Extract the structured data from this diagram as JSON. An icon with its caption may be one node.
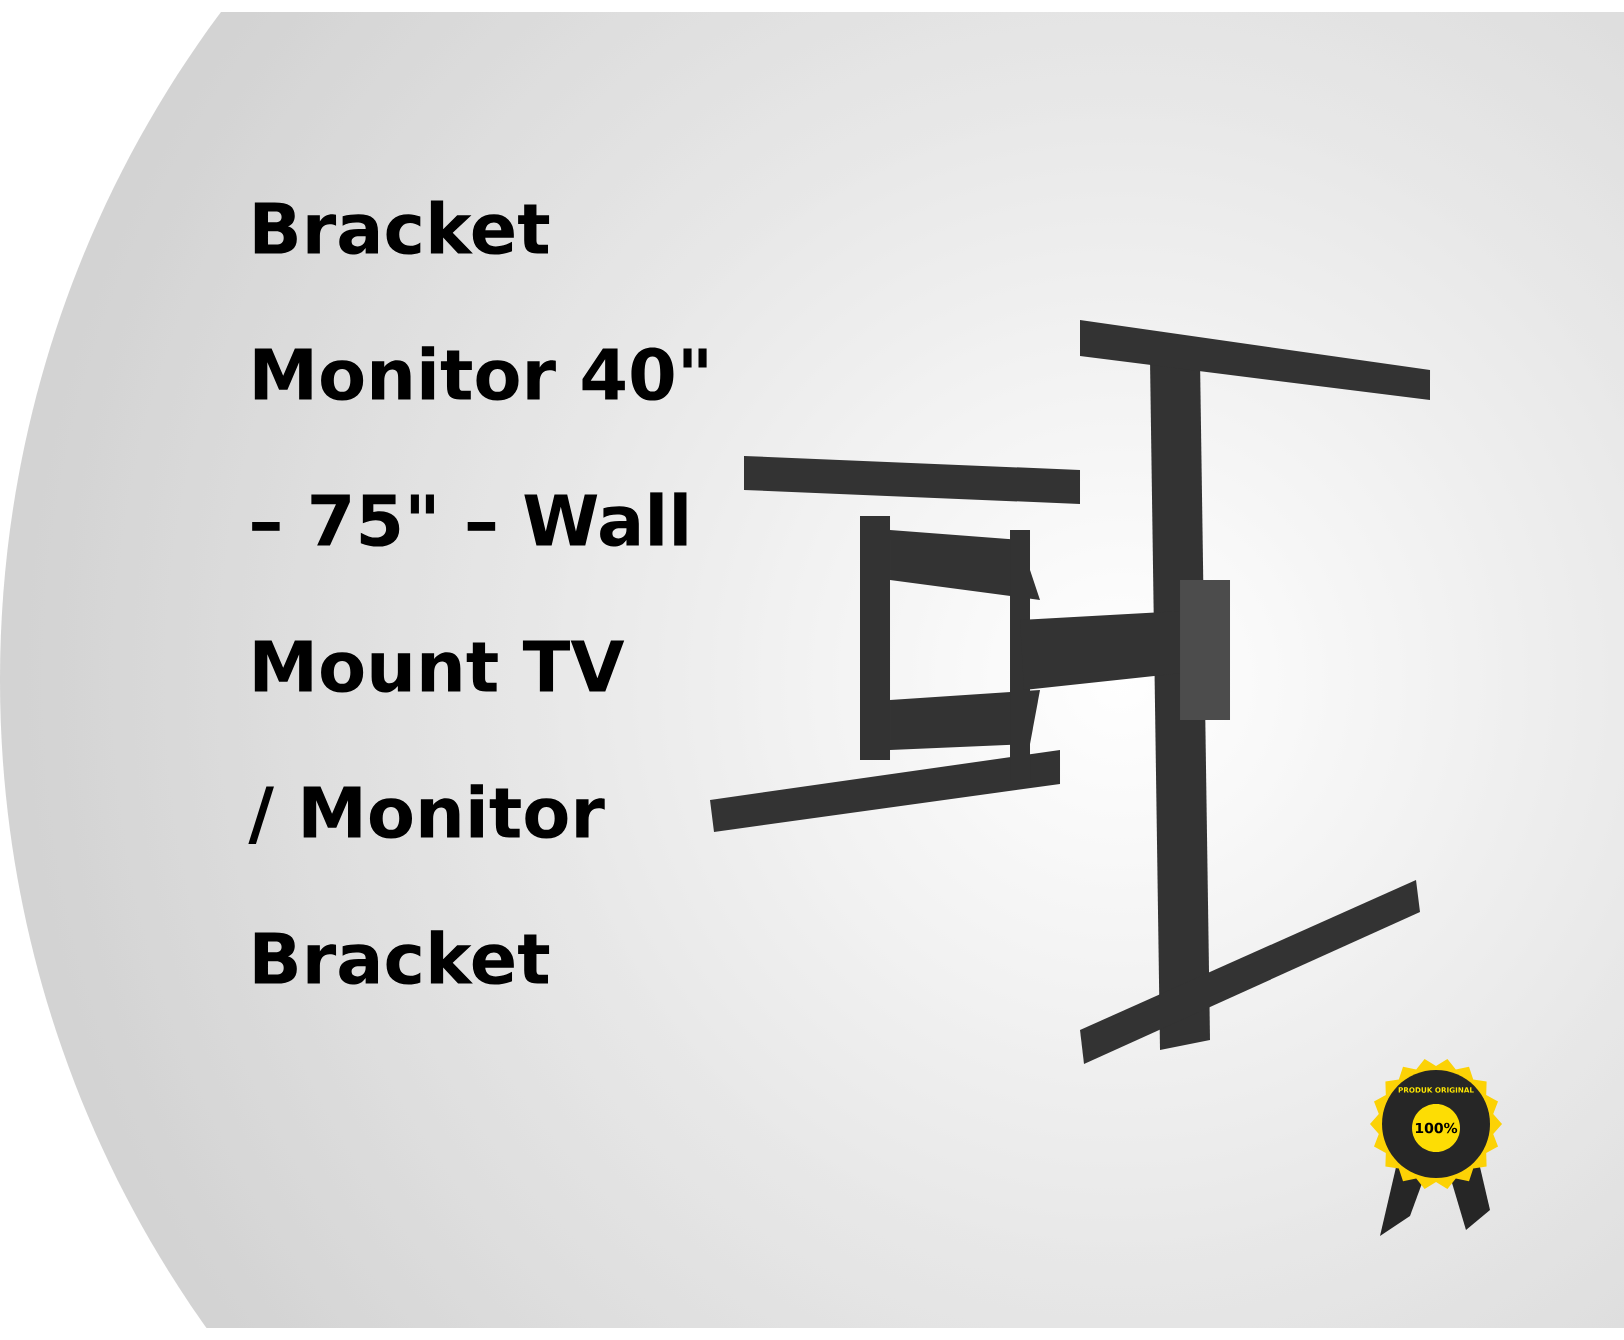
{
  "diagram": {
    "title": "Bracket Monitor 40\" – 75\" – Wall Mount TV / Monitor Bracket",
    "labels": [
      "PRODUK ORIGINAL",
      "100%"
    ]
  }
}
